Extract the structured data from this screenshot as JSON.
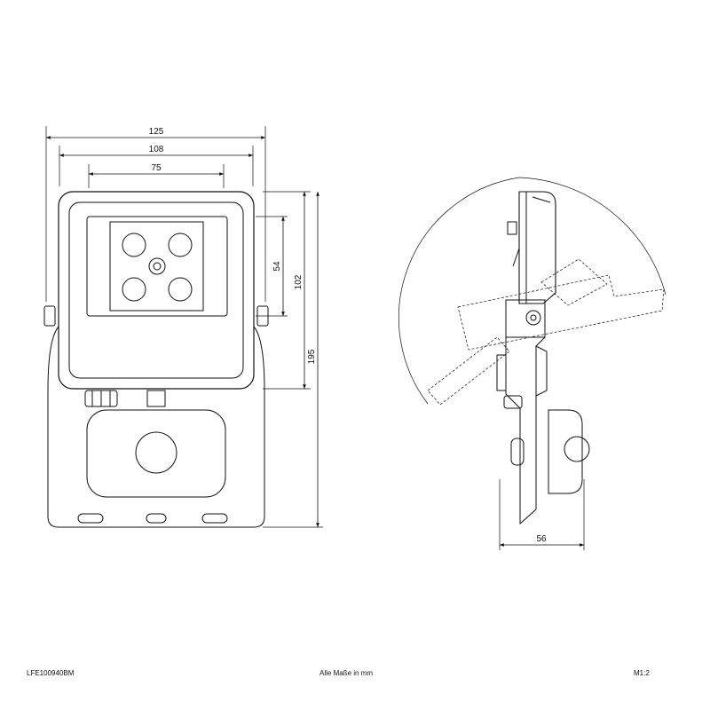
{
  "front_view": {
    "dims": {
      "overall_width": "125",
      "frame_width": "108",
      "panel_width": "75",
      "panel_height": "54",
      "frame_height": "102",
      "overall_height": "195"
    }
  },
  "side_view": {
    "dims": {
      "depth": "56"
    }
  },
  "footer": {
    "article_number": "LFE100940BM",
    "units_note": "Alle Maße in mm",
    "scale": "M1:2"
  }
}
